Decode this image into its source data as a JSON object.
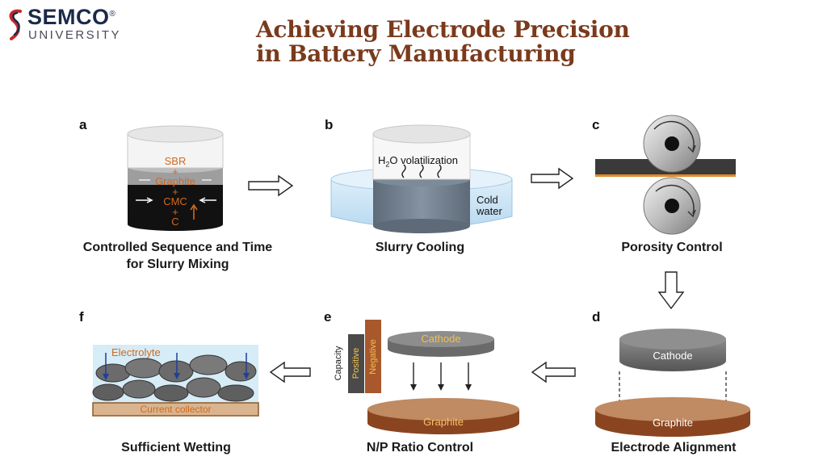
{
  "logo": {
    "brand": "SEMCO",
    "registered": "®",
    "sub": "UNIVERSITY"
  },
  "title": {
    "line1": "Achieving Electrode Precision",
    "line2": "in Battery Manufacturing"
  },
  "colors": {
    "title": "#7a3a1c",
    "label_orange": "#d2691e",
    "graphite": "#a8582c",
    "cathode": "#7d7d7d",
    "water": "#cfe6f5"
  },
  "panels": {
    "a": {
      "letter": "a",
      "caption_line1": "Controlled Sequence and Time",
      "caption_line2": "for Slurry Mixing",
      "labels": [
        "SBR",
        "+",
        "Graphite",
        "+",
        "CMC",
        "+",
        "C"
      ]
    },
    "b": {
      "letter": "b",
      "caption": "Slurry Cooling",
      "vapor_label_pre": "H",
      "vapor_label_sub": "2",
      "vapor_label_post": "O volatilization",
      "bath_label_line1": "Cold",
      "bath_label_line2": "water"
    },
    "c": {
      "letter": "c",
      "caption": "Porosity Control"
    },
    "d": {
      "letter": "d",
      "caption": "Electrode Alignment",
      "top_label": "Cathode",
      "bottom_label": "Graphite"
    },
    "e": {
      "letter": "e",
      "caption": "N/P Ratio Control",
      "top_label": "Cathode",
      "bottom_label": "Graphite",
      "axis_label": "Capacity",
      "bar_positive": "Positive",
      "bar_negative": "Negative"
    },
    "f": {
      "letter": "f",
      "caption": "Sufficient Wetting",
      "electrolyte_label": "Electrolyte",
      "collector_label": "Current collector"
    }
  }
}
